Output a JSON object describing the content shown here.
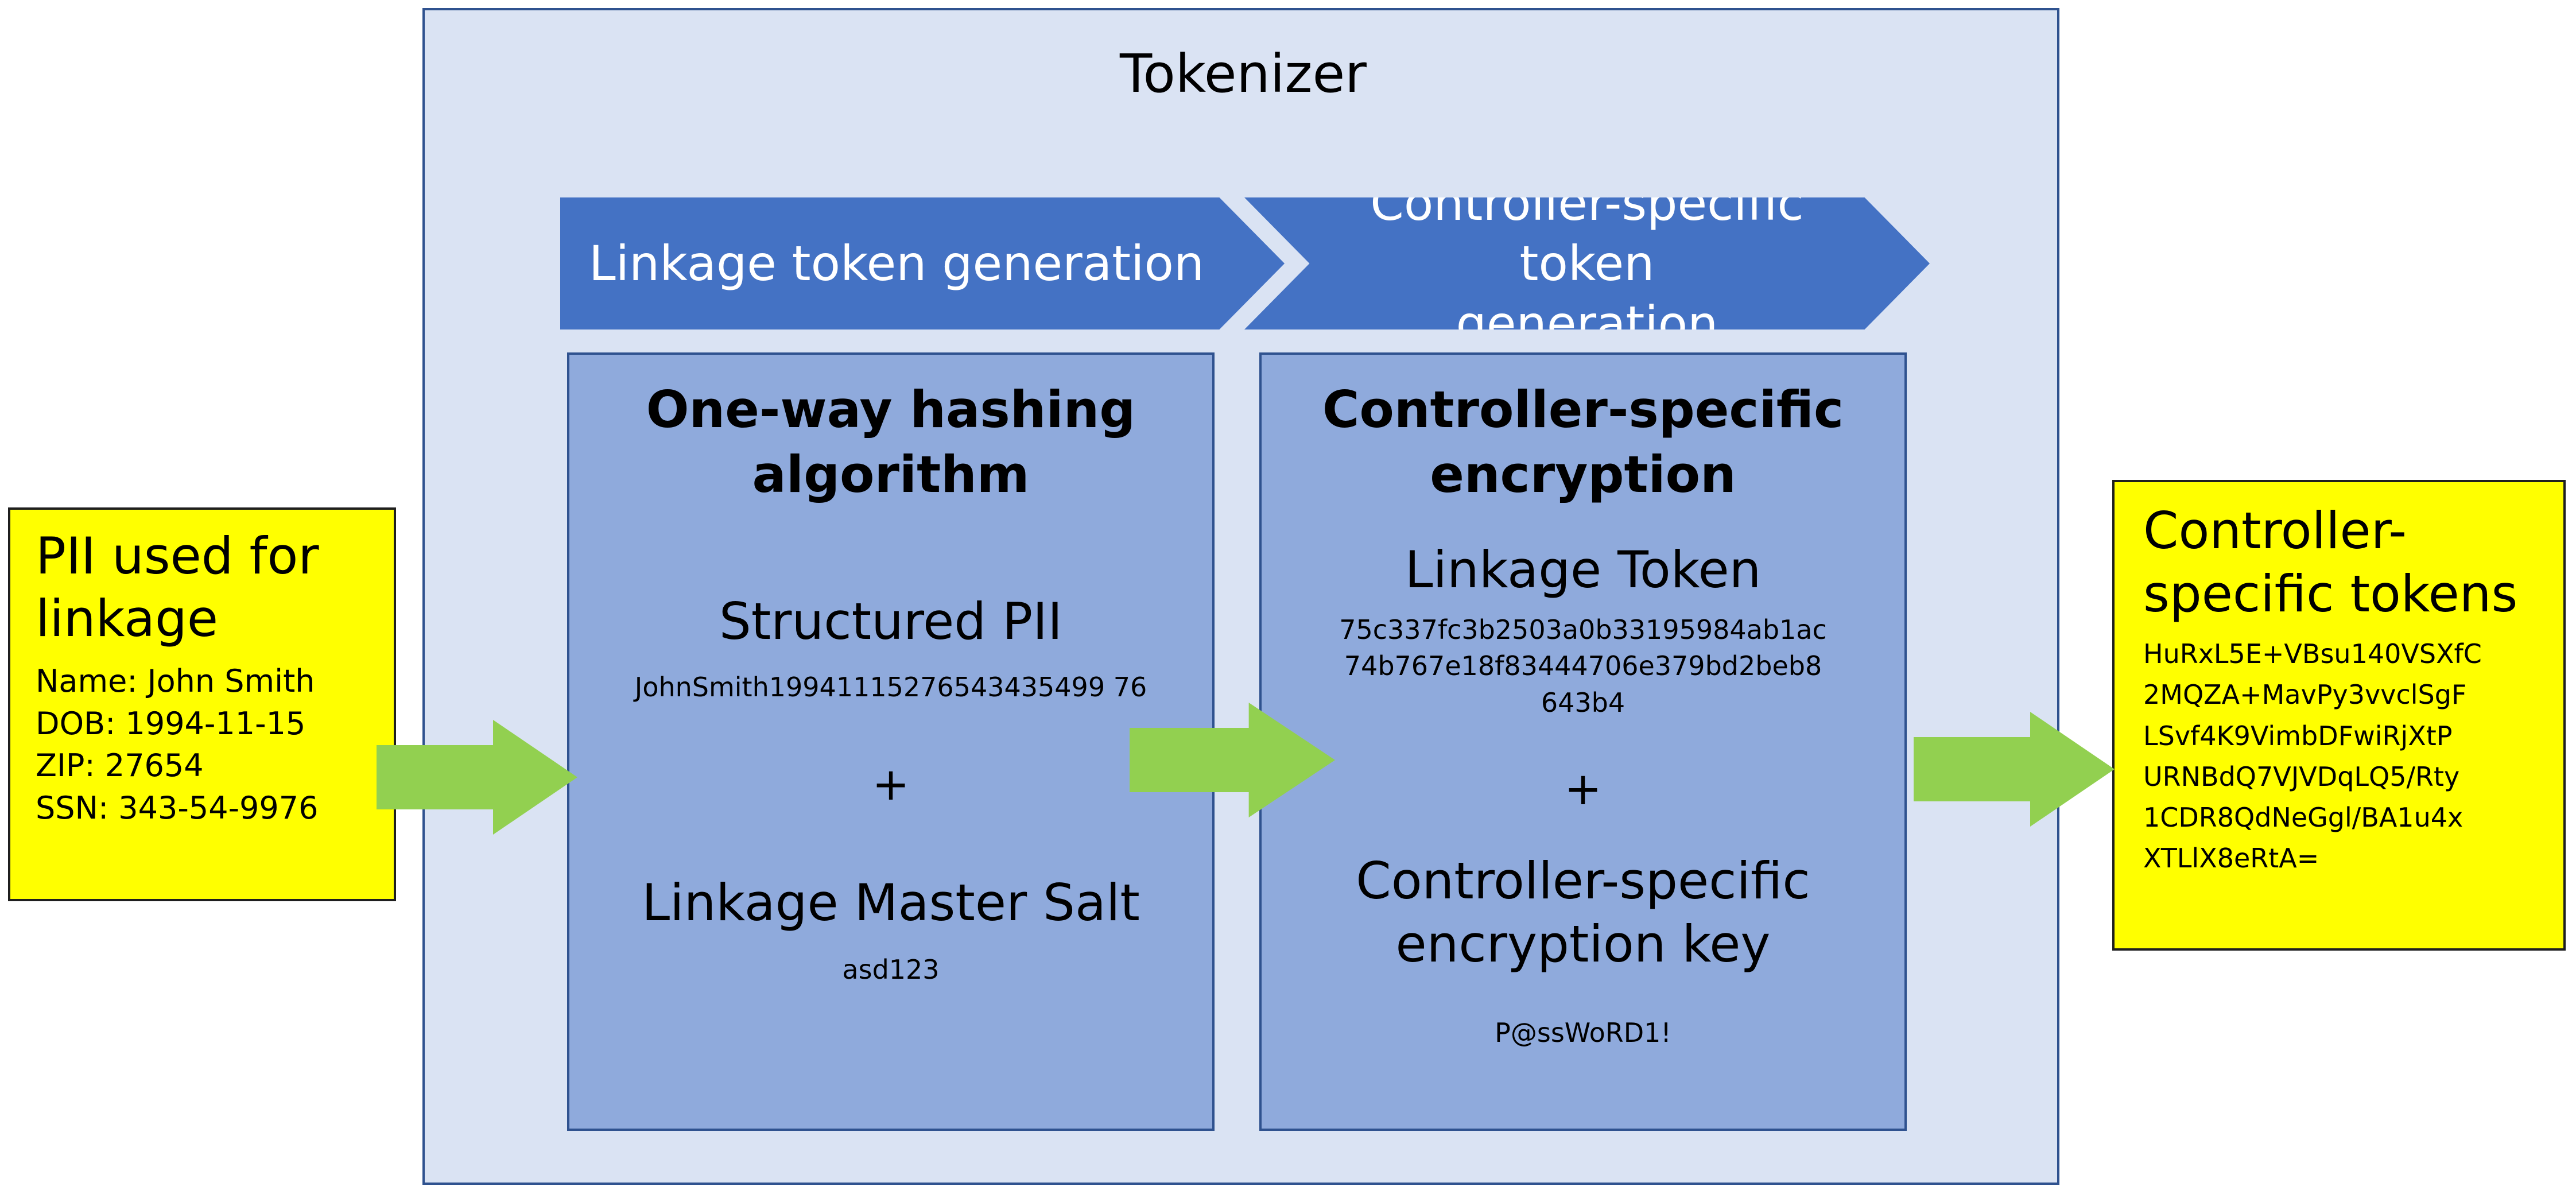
{
  "tokenizer": {
    "title": "Tokenizer"
  },
  "stages": [
    {
      "label": "Linkage token generation"
    },
    {
      "label_line1": "Controller-specific token",
      "label_line2": "generation"
    }
  ],
  "hashing": {
    "title_line1": "One-way hashing",
    "title_line2": "algorithm",
    "structured_pii_label": "Structured PII",
    "structured_pii_value": "JohnSmith19941115276543435499 76",
    "plus": "+",
    "salt_label": "Linkage Master Salt",
    "salt_value": "asd123"
  },
  "encryption": {
    "title_line1": "Controller-specific",
    "title_line2": "encryption",
    "token_label": "Linkage Token",
    "token_value_lines": [
      "75c337fc3b2503a0b33195984ab1ac",
      "74b767e18f83444706e379bd2beb8",
      "643b4"
    ],
    "plus": "+",
    "key_label_line1": "Controller-specific",
    "key_label_line2": "encryption key",
    "key_value": "P@ssWoRD1!"
  },
  "input": {
    "title_line1": "PII used for",
    "title_line2": "linkage",
    "fields": [
      "Name: John Smith",
      "DOB: 1994-11-15",
      "ZIP: 27654",
      "SSN: 343-54-9976"
    ]
  },
  "output": {
    "title_line1": "Controller-",
    "title_line2": "specific tokens",
    "token_lines": [
      "HuRxL5E+VBsu140VSXfC",
      "2MQZA+MavPy3vvclSgF",
      "LSvf4K9VimbDFwiRjXtP",
      "URNBdQ7VJVDqLQ5/Rty",
      "1CDR8QdNeGgl/BA1u4x",
      "XTLlX8eRtA="
    ]
  },
  "colors": {
    "container_fill": "#dae3f3",
    "chevron_fill": "#4472c4",
    "panel_fill": "#8faadc",
    "highlight_fill": "#ffff00",
    "arrow_fill": "#92d050",
    "border": "#2f528f"
  },
  "icons": {
    "flow_arrow": "right-arrow-icon"
  }
}
